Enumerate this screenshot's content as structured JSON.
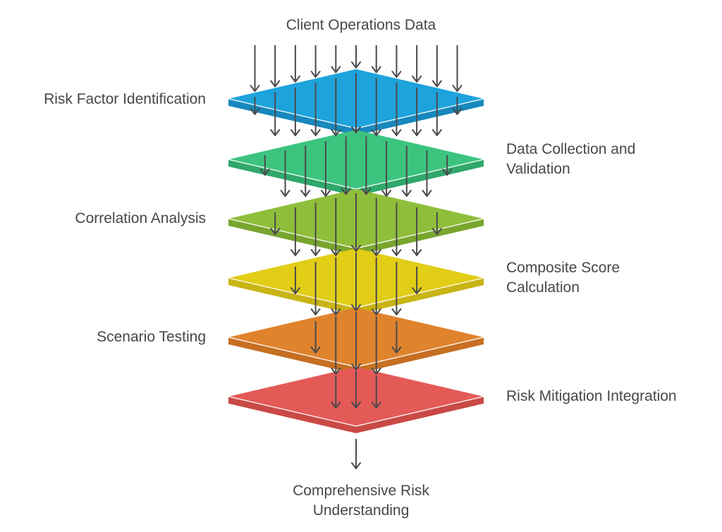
{
  "diagram": {
    "input_label": "Client Operations Data",
    "output_label_lines": [
      "Comprehensive Risk",
      "Understanding"
    ],
    "layers": [
      {
        "label_lines": [
          "Risk Factor Identification"
        ],
        "side": "left",
        "color": "#1ea3dc",
        "edge": "#1888bd",
        "arrows": 11
      },
      {
        "label_lines": [
          "Data Collection and",
          "Validation"
        ],
        "side": "right",
        "color": "#3cc47f",
        "edge": "#2fa86a",
        "arrows": 10
      },
      {
        "label_lines": [
          "Correlation Analysis"
        ],
        "side": "left",
        "color": "#8fbf3a",
        "edge": "#78a52e",
        "arrows": 9
      },
      {
        "label_lines": [
          "Composite Score",
          "Calculation"
        ],
        "side": "right",
        "color": "#e2cd17",
        "edge": "#c8b414",
        "arrows": 7
      },
      {
        "label_lines": [
          "Scenario Testing"
        ],
        "side": "left",
        "color": "#e0832d",
        "edge": "#c66f22",
        "arrows": 5
      },
      {
        "label_lines": [
          "Risk Mitigation Integration"
        ],
        "side": "right",
        "color": "#e35a57",
        "edge": "#c94945",
        "arrows": 3
      }
    ],
    "arrow_color": "#4a4a4a"
  }
}
